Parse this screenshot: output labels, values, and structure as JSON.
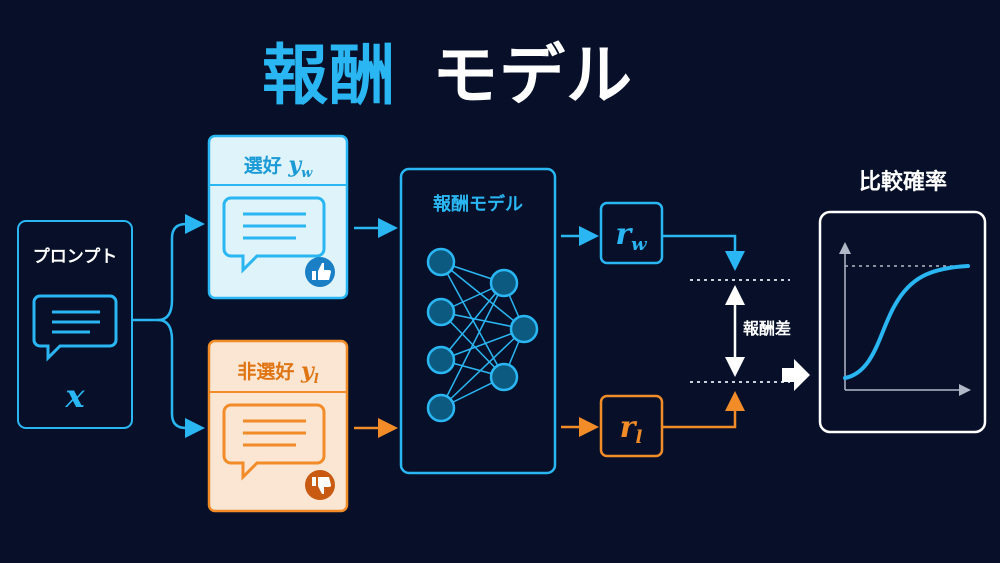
{
  "title": {
    "part1": "報酬",
    "part2": "モデル"
  },
  "prompt": {
    "label": "プロンプト",
    "var": "x"
  },
  "preferred": {
    "label": "選好 ",
    "var": "y",
    "sub": "w"
  },
  "dispreferred": {
    "label": "非選好 ",
    "var": "y",
    "sub": "l"
  },
  "model": {
    "label": "報酬モデル"
  },
  "reward_w": {
    "var": "r",
    "sub": "w"
  },
  "reward_l": {
    "var": "r",
    "sub": "l"
  },
  "diff_label": "報酬差",
  "prob_label": "比較確率",
  "colors": {
    "background": "#071028",
    "blue": "#29b6f2",
    "orange": "#f28c28",
    "white": "#ffffff",
    "preferred_fill": "#dff3fb",
    "dispreferred_fill": "#fbe5d3"
  },
  "icons": {
    "chat": "speech-bubble-icon",
    "thumbs_up": "thumbs-up-icon",
    "thumbs_down": "thumbs-down-icon",
    "network": "neural-network-icon",
    "sigmoid": "sigmoid-chart-icon"
  }
}
